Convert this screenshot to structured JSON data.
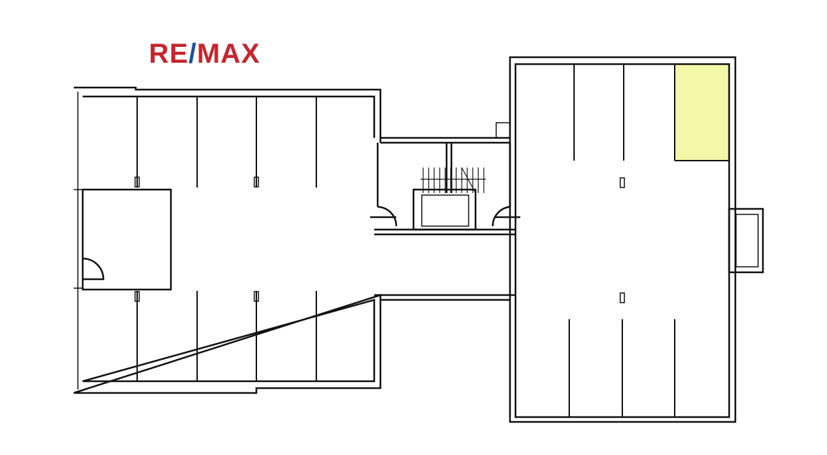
{
  "logo": {
    "part1": "RE",
    "slash": "/",
    "part2": "MAX"
  },
  "colors": {
    "logo_red": "#c5262e",
    "logo_blue": "#1e4f9c",
    "highlight": "#f3f7a8",
    "wall": "#111111"
  },
  "plan": {
    "highlighted_space": "right-top-rightmost"
  }
}
